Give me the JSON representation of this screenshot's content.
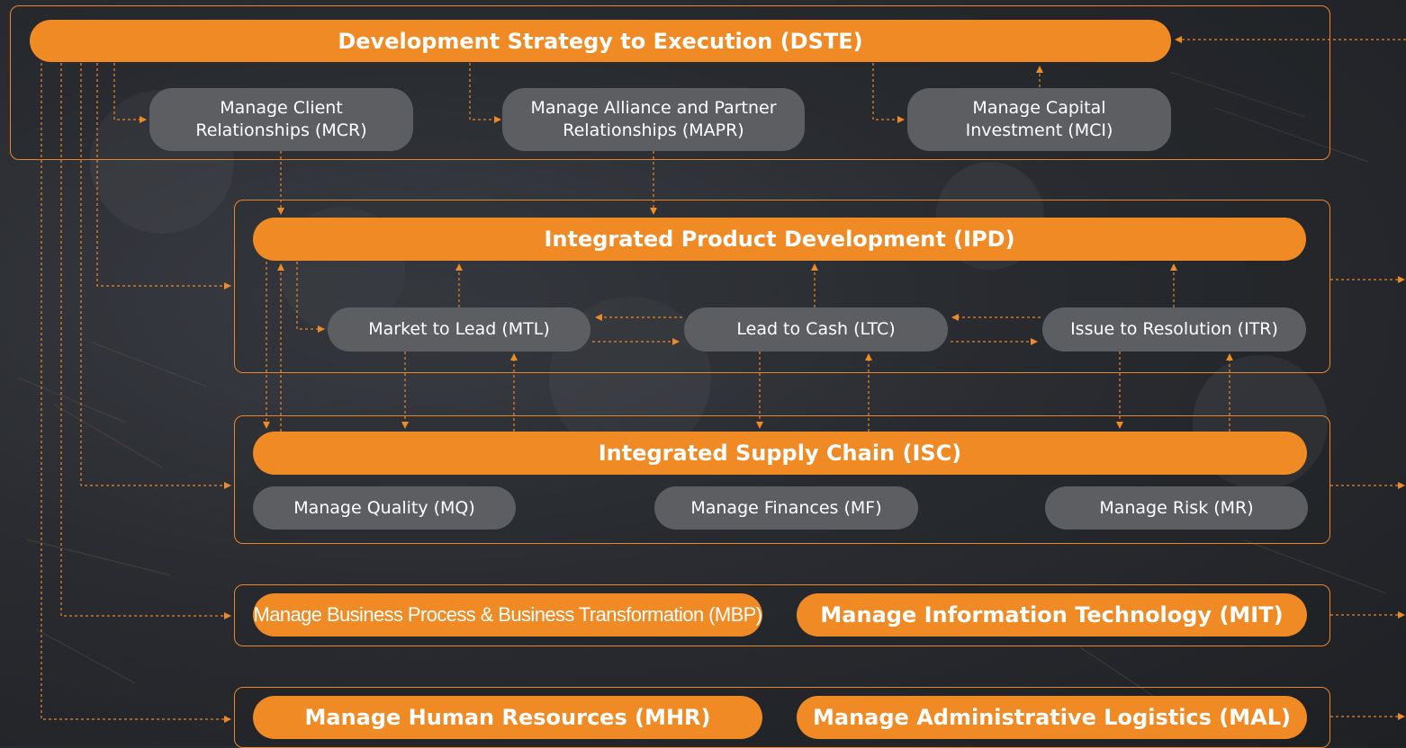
{
  "colors": {
    "accent": "#f08a24",
    "node_gray": "#5c5e62",
    "background": "#2a2c31",
    "line": "#e8862a"
  },
  "dste": {
    "title": "Development Strategy to Execution (DSTE)",
    "mcr": "Manage Client Relationships (MCR)",
    "mapr": "Manage Alliance and Partner Relationships (MAPR)",
    "mci": "Manage Capital Investment (MCI)"
  },
  "ipd": {
    "title": "Integrated Product Development (IPD)",
    "mtl": "Market to Lead (MTL)",
    "ltc": "Lead to Cash (LTC)",
    "itr": "Issue to Resolution (ITR)"
  },
  "isc": {
    "title": "Integrated Supply Chain (ISC)",
    "mq": "Manage Quality (MQ)",
    "mf": "Manage Finances (MF)",
    "mr": "Manage Risk (MR)"
  },
  "support1": {
    "mbp": "Manage Business Process & Business Transformation (MBP)",
    "mit": "Manage Information Technology (MIT)"
  },
  "support2": {
    "mhr": "Manage Human Resources (MHR)",
    "mal": "Manage Administrative Logistics (MAL)"
  }
}
